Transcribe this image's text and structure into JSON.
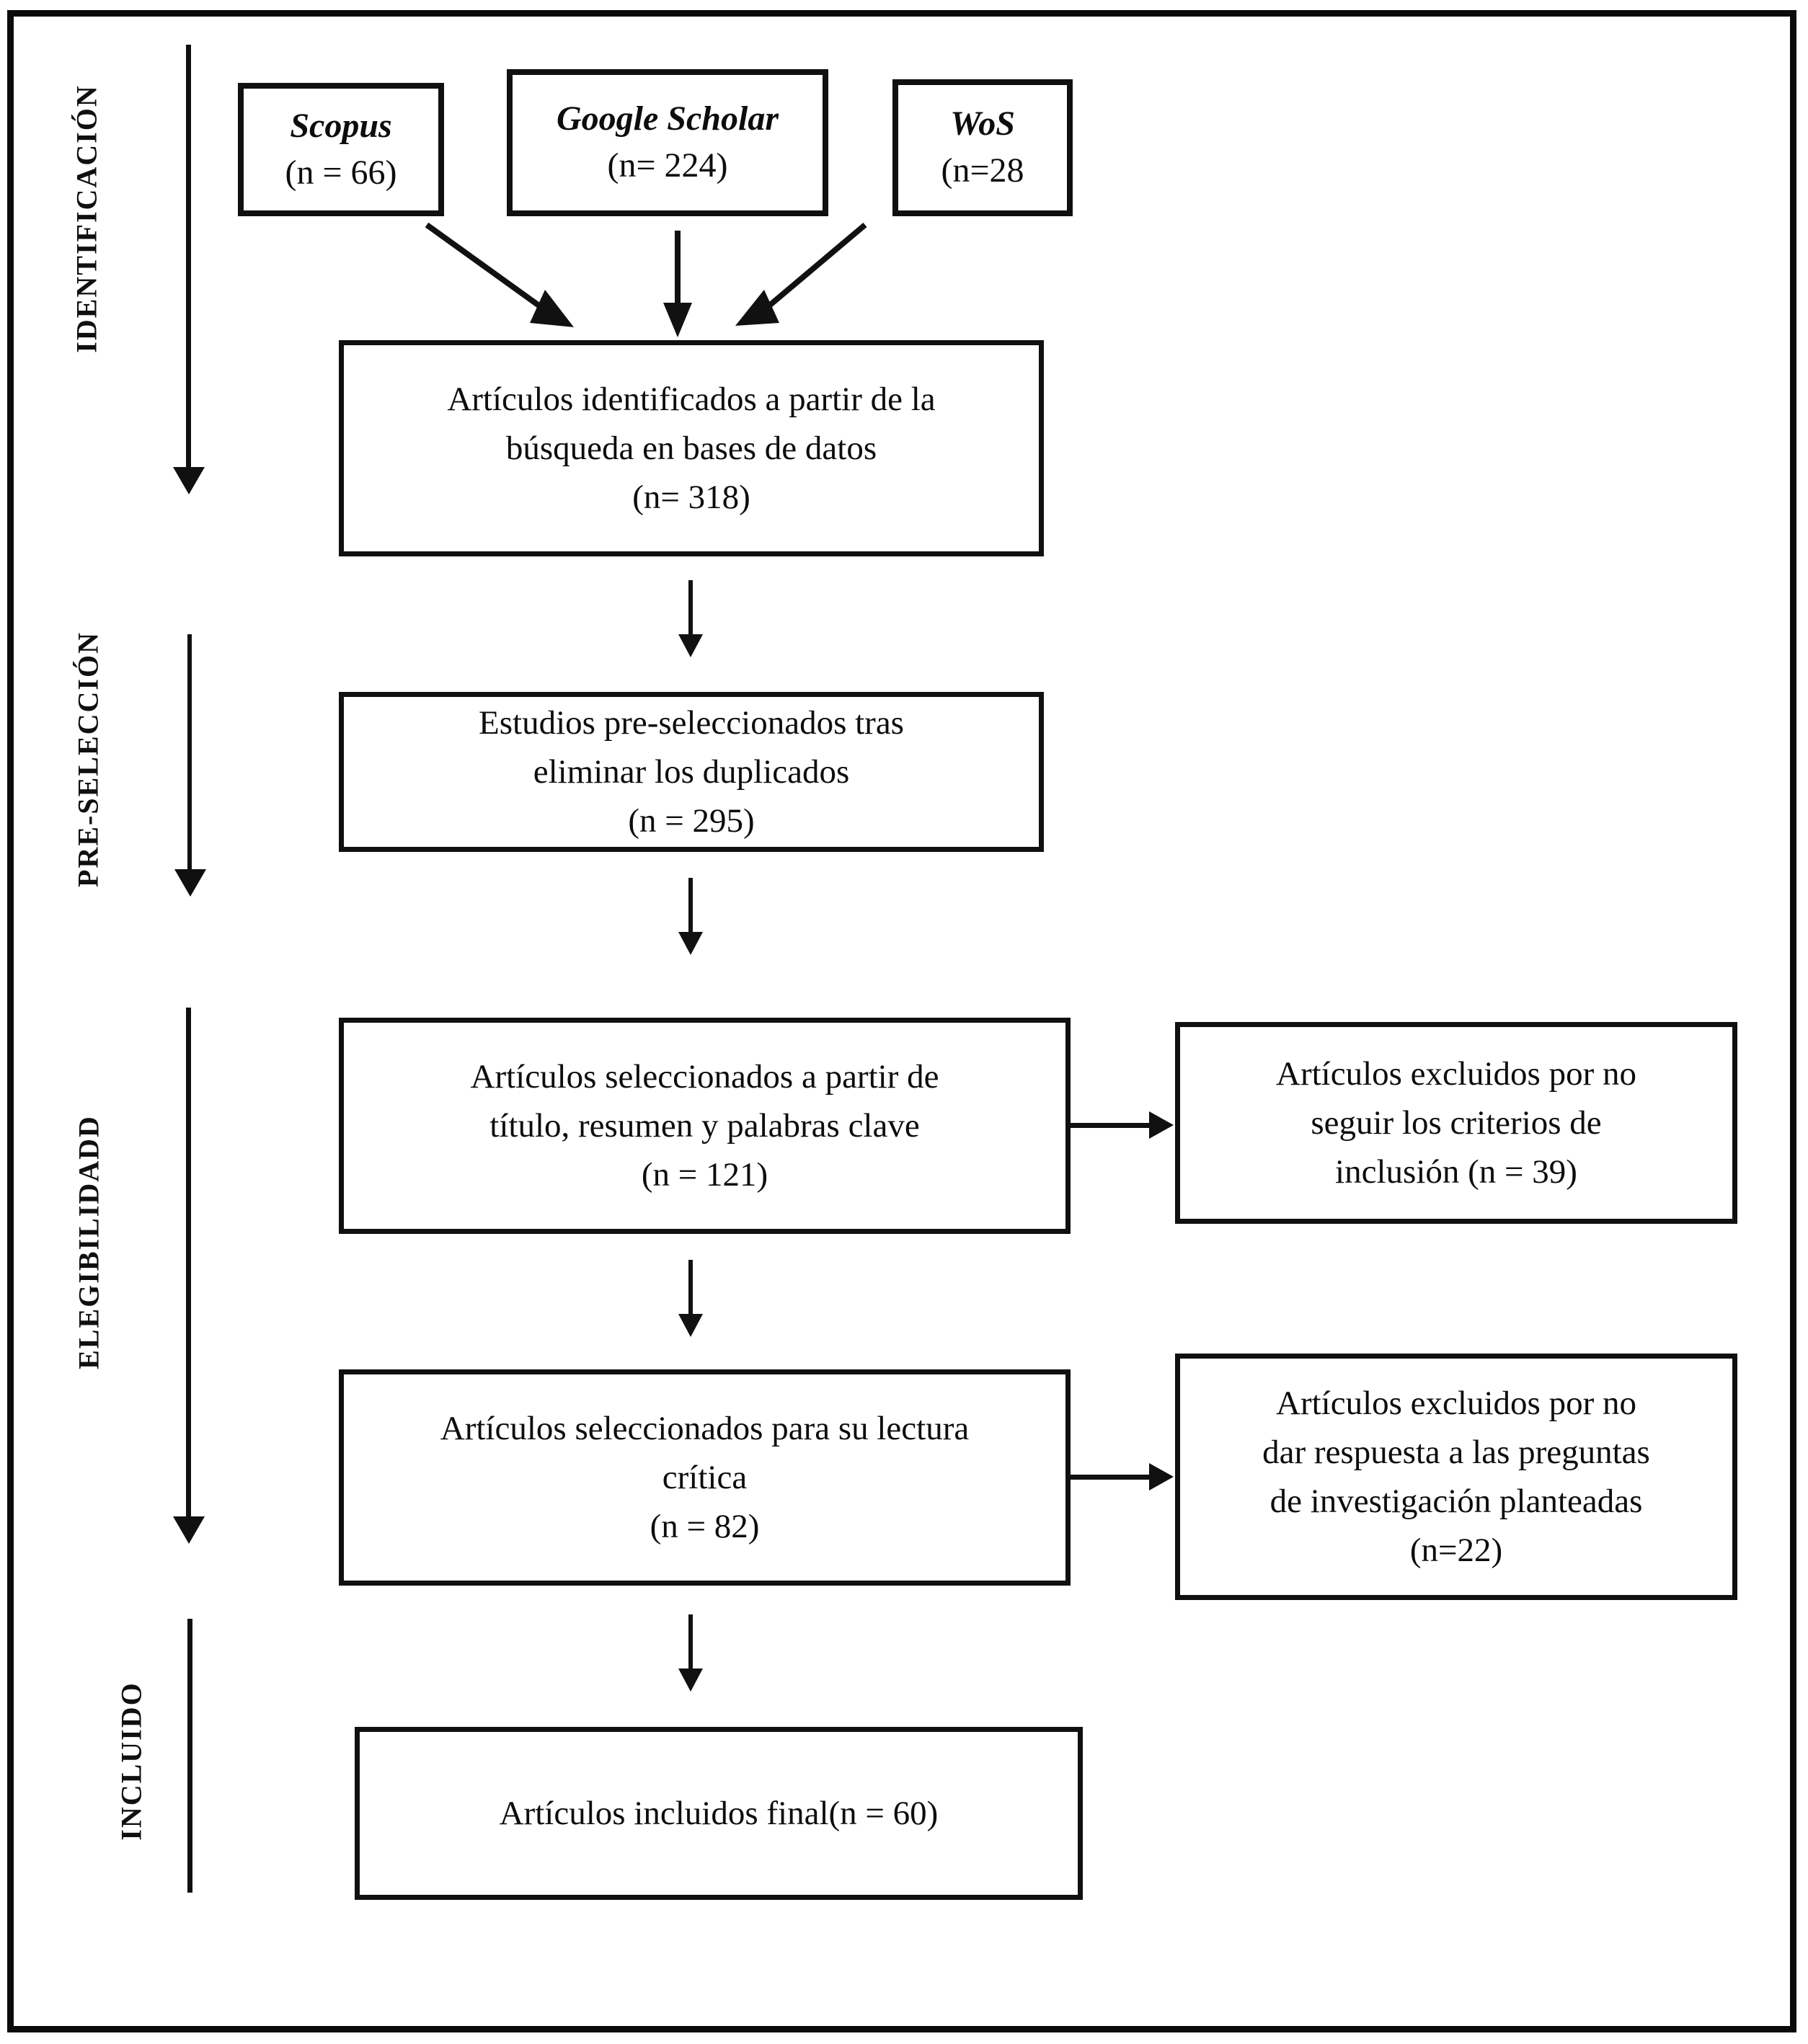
{
  "diagram": {
    "type": "prisma-flow-diagram",
    "language": "es",
    "stages": [
      {
        "id": "identificacion",
        "label": "IDENTIFICACIÓN"
      },
      {
        "id": "pre-seleccion",
        "label": "PRE-SELECCIÓN"
      },
      {
        "id": "elegibilidad",
        "label": "ELEGIBILIDADD"
      },
      {
        "id": "incluido",
        "label": "INCLUIDO"
      }
    ],
    "sources": [
      {
        "id": "scopus",
        "name": "Scopus",
        "count": "(n = 66)"
      },
      {
        "id": "google-scholar",
        "name": "Google Scholar",
        "count": "(n= 224)"
      },
      {
        "id": "wos",
        "name": "WoS",
        "count": "(n=28"
      }
    ],
    "flow_boxes": [
      {
        "id": "identificados",
        "lines": [
          "Artículos identificados a partir de la",
          "búsqueda en bases de datos",
          "(n= 318)"
        ]
      },
      {
        "id": "pre-seleccionados",
        "lines": [
          "Estudios pre-seleccionados tras",
          "eliminar los duplicados",
          "(n = 295)"
        ]
      },
      {
        "id": "seleccionados-titulo",
        "lines": [
          "Artículos seleccionados a partir de",
          "título, resumen y palabras clave",
          "(n =  121)"
        ]
      },
      {
        "id": "seleccionados-lectura",
        "lines": [
          "Artículos seleccionados para su lectura",
          "crítica",
          "(n = 82)"
        ]
      },
      {
        "id": "incluidos-final",
        "lines": [
          "Artículos incluidos final(n = 60)"
        ]
      }
    ],
    "excluded_boxes": [
      {
        "id": "excluidos-criterios",
        "lines": [
          "Artículos excluidos por no",
          "seguir los criterios de",
          "inclusión (n = 39)"
        ]
      },
      {
        "id": "excluidos-preguntas",
        "lines": [
          "Artículos excluidos por no",
          "dar respuesta a las preguntas",
          "de investigación planteadas",
          "(n=22)"
        ]
      }
    ],
    "colors": {
      "ink": "#101010",
      "paper": "#ffffff"
    }
  }
}
